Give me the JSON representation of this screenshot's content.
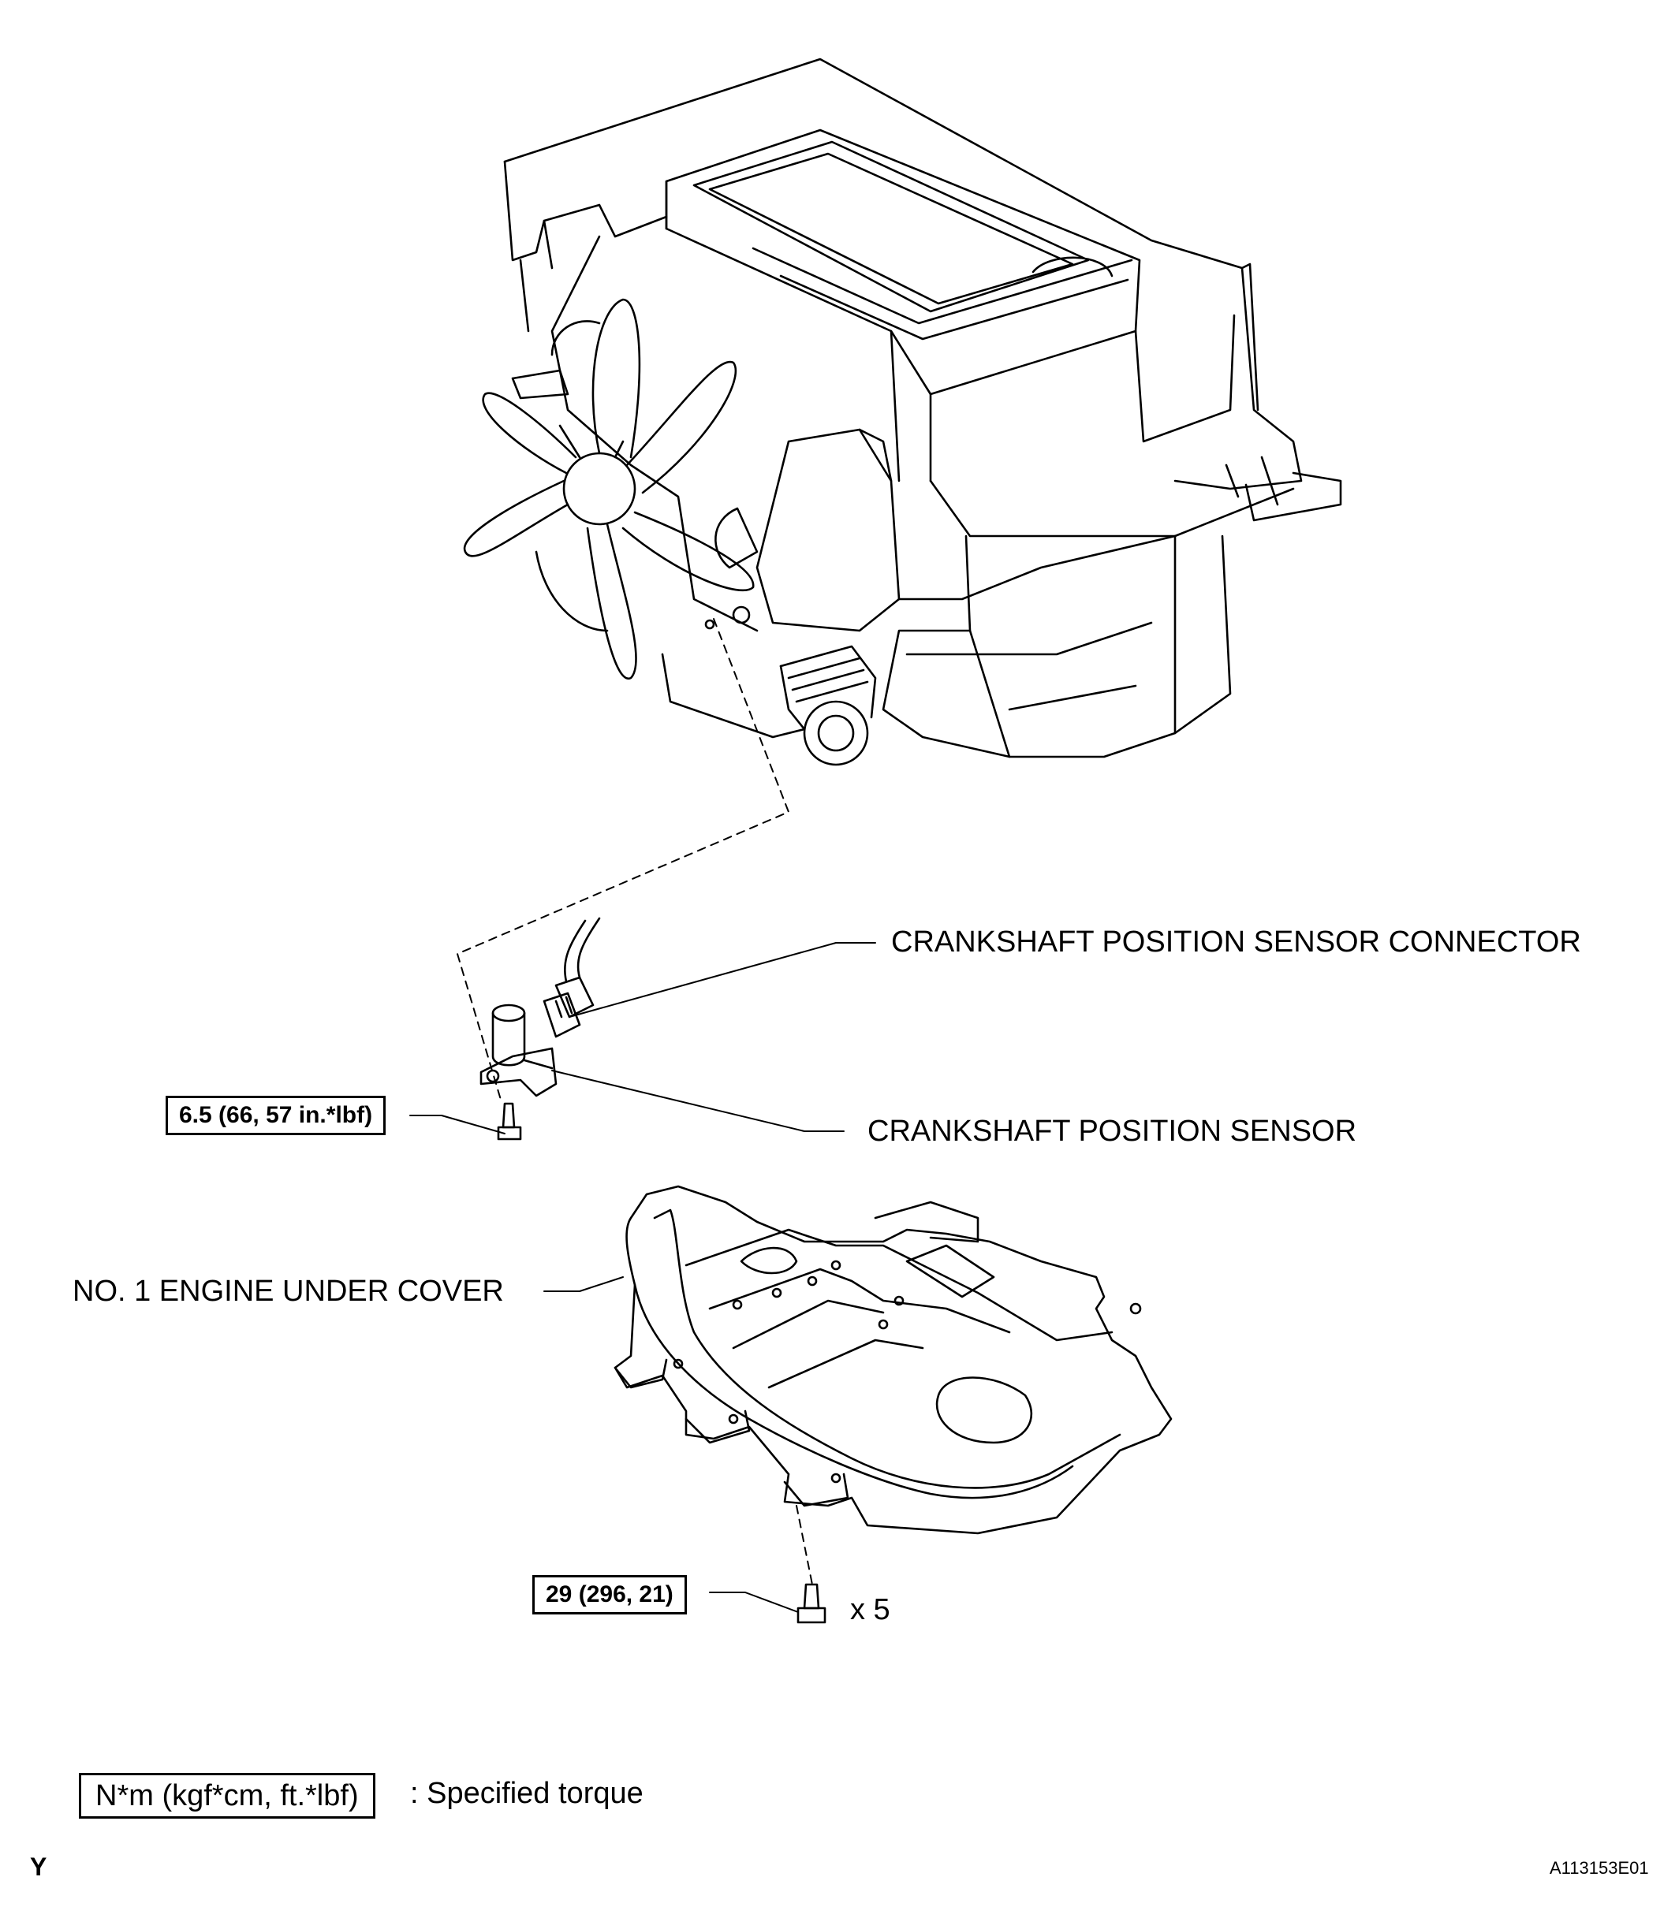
{
  "labels": {
    "sensor_connector": "CRANKSHAFT POSITION SENSOR CONNECTOR",
    "sensor": "CRANKSHAFT POSITION SENSOR",
    "under_cover": "NO. 1 ENGINE UNDER COVER"
  },
  "torques": {
    "sensor_bolt": "6.5 (66, 57 in.*lbf)",
    "cover_bolt": "29 (296, 21)",
    "cover_bolt_qty": "x 5"
  },
  "legend": {
    "box": "N*m (kgf*cm, ft.*lbf)",
    "text": ": Specified torque"
  },
  "footer": {
    "left_mark": "Y",
    "figure_id": "A113153E01"
  },
  "colors": {
    "line": "#000000",
    "background": "#ffffff"
  }
}
